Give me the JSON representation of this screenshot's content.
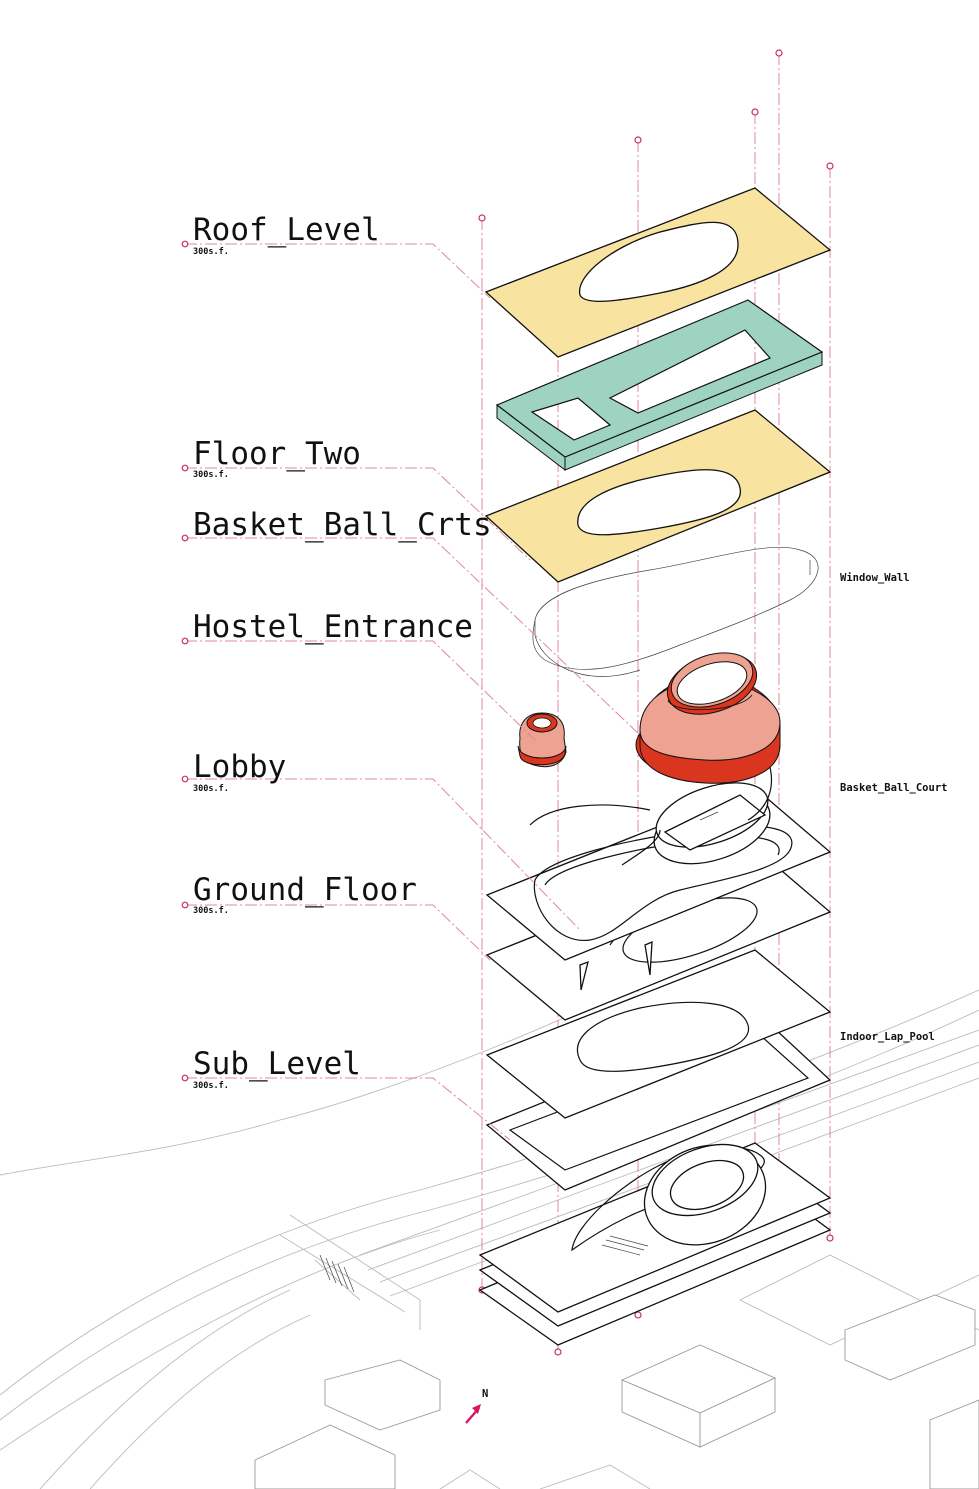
{
  "levels": [
    {
      "name": "Roof_Level",
      "area": "300s.f."
    },
    {
      "name": "Floor_Two",
      "area": "300s.f."
    },
    {
      "name": "Basket_Ball_Crts",
      "area": ""
    },
    {
      "name": "Hostel_Entrance",
      "area": ""
    },
    {
      "name": "Lobby",
      "area": "300s.f."
    },
    {
      "name": "Ground_Floor",
      "area": "300s.f."
    },
    {
      "name": "Sub_Level",
      "area": "300s.f."
    }
  ],
  "annotations": {
    "window_wall": "Window_Wall",
    "basketball_court": "Basket_Ball_Court",
    "indoor_lap_pool": "Indoor_Lap_Pool"
  },
  "north_label": "N",
  "colors": {
    "roof_fill": "#f8e3a1",
    "frame_fill": "#9ed3c2",
    "red_dark": "#d9351f",
    "red_light": "#eea292",
    "leader": "#e0879e",
    "leader_dot": "#c8305a",
    "north_arrow": "#d8155e"
  }
}
